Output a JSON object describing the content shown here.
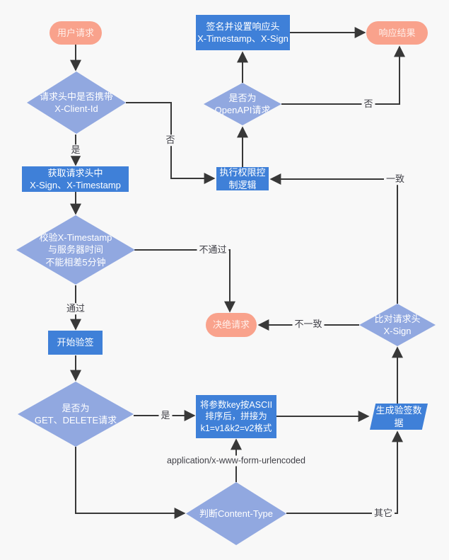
{
  "colors": {
    "process": "#3f80d8",
    "decision": "#91a8e0",
    "terminal": "#f9a28c",
    "line": "#383838",
    "label": "#3f3f46",
    "bg": "#f8f8f8"
  },
  "nodes": {
    "start": {
      "label": "用户请求"
    },
    "check_client_id": {
      "label": "请求头中是否携带\nX-Client-Id"
    },
    "get_headers": {
      "label": "获取请求头中\nX-Sign、X-Timestamp"
    },
    "check_timestamp": {
      "label": "校验X-Timestamp\n与服务器时间\n不能相差5分钟"
    },
    "start_verify": {
      "label": "开始验签"
    },
    "check_method": {
      "label": "是否为\nGET、DELETE请求"
    },
    "sort_params": {
      "label": "将参数key按ASCII\n排序后，拼接为\nk1=v1&k2=v2格式"
    },
    "gen_sign_data": {
      "label": "生成验签数\n据"
    },
    "compare_sign": {
      "label": "比对请求头\nX-Sign"
    },
    "reject": {
      "label": "决绝请求"
    },
    "permission_logic": {
      "label": "执行权限控\n制逻辑"
    },
    "check_openapi": {
      "label": "是否为\nOpenAPI请求"
    },
    "sign_response": {
      "label": "签名并设置响应头\nX-Timestamp、X-Sign"
    },
    "respond": {
      "label": "响应结果"
    },
    "check_content_type": {
      "label": "判断Content-Type"
    }
  },
  "edge_labels": {
    "yes_client_id": "是",
    "no_client_id": "否",
    "pass": "通过",
    "fail": "不通过",
    "yes_method": "是",
    "content_type_form": "application/x-www-form-urlencoded",
    "other": "其它",
    "not_match": "不一致",
    "match": "一致",
    "no_openapi": "否"
  }
}
